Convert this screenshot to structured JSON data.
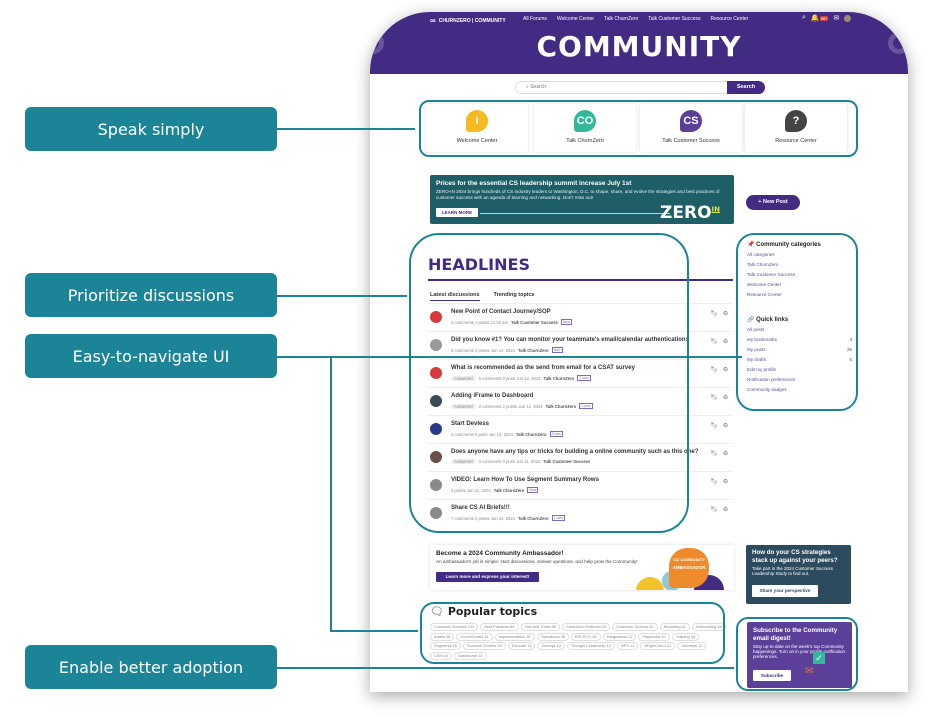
{
  "callouts": [
    "Speak simply",
    "Prioritize discussions",
    "Easy-to-navigate UI",
    "Enable better adoption"
  ],
  "header": {
    "logo": "CHURNZERO | COMMUNITY",
    "nav": [
      "All Forums",
      "Welcome Center",
      "Talk ChurnZero",
      "Talk Customer Success",
      "Resource Center"
    ],
    "notification_badge": "99+",
    "title": "COMMUNITY"
  },
  "search": {
    "placeholder": "Search",
    "button": "Search"
  },
  "categories": [
    {
      "label": "Welcome Center",
      "icon": "info-icon",
      "glyph": "i",
      "color": "#f5b921"
    },
    {
      "label": "Talk ChurnZero",
      "icon": "churnzero-icon",
      "glyph": "CO",
      "color": "#35b89a"
    },
    {
      "label": "Talk Customer Success",
      "icon": "cs-icon",
      "glyph": "CS",
      "color": "#5b3f99"
    },
    {
      "label": "Resource Center",
      "icon": "question-icon",
      "glyph": "?",
      "color": "#444444"
    }
  ],
  "promo": {
    "title": "Prices for the essential CS leadership summit increase July 1st",
    "body": "ZERO-IN 2024 brings hundreds of CS industry leaders to Washington, D.C. to shape, share, and evolve the strategies and best practices of customer success with an agenda of learning and networking. Don't miss out!",
    "button": "LEARN MORE",
    "logo": "ZERO",
    "logo_sup": "IN"
  },
  "new_post": "+ New Post",
  "headlines": {
    "title": "HEADLINES",
    "tabs": [
      "Latest discussions",
      "Trending topics"
    ],
    "posts": [
      {
        "title": "New Point of Contact Journey/SOP",
        "answered": "",
        "meta": "4 comments  1 points  11:33 am",
        "forum": "Talk Customer Success",
        "badge": "New",
        "avatar": "#d83a3a"
      },
      {
        "title": "Did you know #1? You can monitor your teammate's email/calendar authentications",
        "answered": "",
        "meta": "6 comments  4 points  Jun 12, 2024",
        "forum": "Talk ChurnZero",
        "badge": "New",
        "avatar": "#999999"
      },
      {
        "title": "What is recommended as the send from email for a CSAT survey",
        "answered": "Answered",
        "meta": "5 comments  0 point  Jun 12, 2024",
        "forum": "Talk ChurnZero",
        "badge": "2 new",
        "avatar": "#d83a3a"
      },
      {
        "title": "Adding iFrame to Dashboard",
        "answered": "Answered",
        "meta": "3 comments  2 points  Jun 12, 2024",
        "forum": "Talk ChurnZero",
        "badge": "2 new",
        "avatar": "#3b4a5a"
      },
      {
        "title": "Start Devless",
        "answered": "",
        "meta": "4 comments  0 point  Jun 12, 2024",
        "forum": "Talk ChurnZero",
        "badge": "3 new",
        "avatar": "#2a3a8a"
      },
      {
        "title": "Does anyone have any tips or tricks for building a online community such as this one?",
        "answered": "Answered",
        "meta": "3 comments  0 point  Jun 11, 2024",
        "forum": "Talk Customer Success",
        "badge": "",
        "avatar": "#6a5048"
      },
      {
        "title": "VIDEO: Learn How To Use Segment Summary Rows",
        "answered": "",
        "meta": "2 points  Jun 11, 2024",
        "forum": "Talk ChurnZero",
        "badge": "New",
        "avatar": "#8a8a8a"
      },
      {
        "title": "Share CS AI Briefs!!!",
        "answered": "",
        "meta": "7 comments  2 points  Jun 10, 2024",
        "forum": "Talk ChurnZero",
        "badge": "1 new",
        "avatar": "#8a8a8a"
      }
    ]
  },
  "sidebar": {
    "categories_title": "Community categories",
    "categories": [
      "All categories",
      "Talk ChurnZero",
      "Talk Customer Success",
      "Welcome Center",
      "Resource Center"
    ],
    "quicklinks_title": "Quick links",
    "quicklinks": [
      {
        "label": "All posts",
        "count": ""
      },
      {
        "label": "My bookmarks",
        "count": "3"
      },
      {
        "label": "My posts",
        "count": "25"
      },
      {
        "label": "My drafts",
        "count": "5"
      },
      {
        "label": "Edit my profile",
        "count": ""
      },
      {
        "label": "Notification preferences",
        "count": ""
      },
      {
        "label": "Community badges",
        "count": ""
      }
    ]
  },
  "ambassador": {
    "title": "Become a 2024 Community Ambassador!",
    "body": "An ambassador's job is simple: start discussions, answer questions, and help grow the Community!",
    "button": "Learn more and express your interest!",
    "badge_top": "CO COMMUNITY",
    "badge": "AMBASSADOR"
  },
  "study": {
    "title": "How do your CS strategies stack up against your peers?",
    "body": "Take part in the 2024 Customer Success Leadership Study to find out.",
    "button": "Share your perspective"
  },
  "popular": {
    "title": "Popular topics",
    "tags": [
      "Customer Success 123",
      "Best Practices 86",
      "Tips and Tricks 66",
      "ChurnZero Features 53",
      "Customer Journey 42",
      "Reporting 41",
      "Onboarding 38",
      "Admin 36",
      "ChurnScores 31",
      "Implementation 30",
      "Operations 26",
      "BIG RYG 26",
      "Integrations 21",
      "Playbooks 20",
      "Training 18",
      "Segments 16",
      "Success Centers 15",
      "Educate 13",
      "Surveys 13",
      "Thought Leadership 12",
      "NPS 12",
      "#FightChurn 12",
      "Journeys 12",
      "CSM 10",
      "Dashboard 10"
    ]
  },
  "subscribe": {
    "title": "Subscribe to the Community email digest!",
    "body": "Stay up-to-date on the week's top Community happenings. Turn on in your profile notification preferences.",
    "button": "Subscribe"
  }
}
